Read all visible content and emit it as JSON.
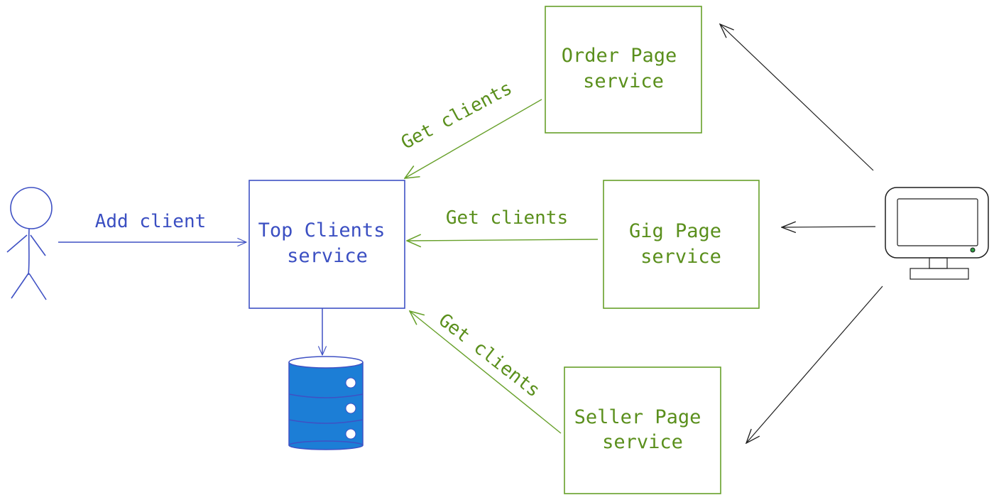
{
  "diagram": {
    "nodes": {
      "top_clients": {
        "line1": "Top Clients",
        "line2": "service"
      },
      "order_page": {
        "line1": "Order Page",
        "line2": "service"
      },
      "gig_page": {
        "line1": "Gig Page",
        "line2": "service"
      },
      "seller_page": {
        "line1": "Seller Page",
        "line2": "service"
      },
      "user": {
        "icon": "stick-figure-icon"
      },
      "database": {
        "icon": "database-icon"
      },
      "computer": {
        "icon": "desktop-computer-icon"
      }
    },
    "edges": {
      "add_client": "Add client",
      "order_get_clients": "Get clients",
      "gig_get_clients": "Get clients",
      "seller_get_clients": "Get clients"
    },
    "colors": {
      "blue": "#3f51c4",
      "green": "#67a02a",
      "black": "#1e1e1e",
      "db_fill": "#1c7ed6"
    }
  }
}
